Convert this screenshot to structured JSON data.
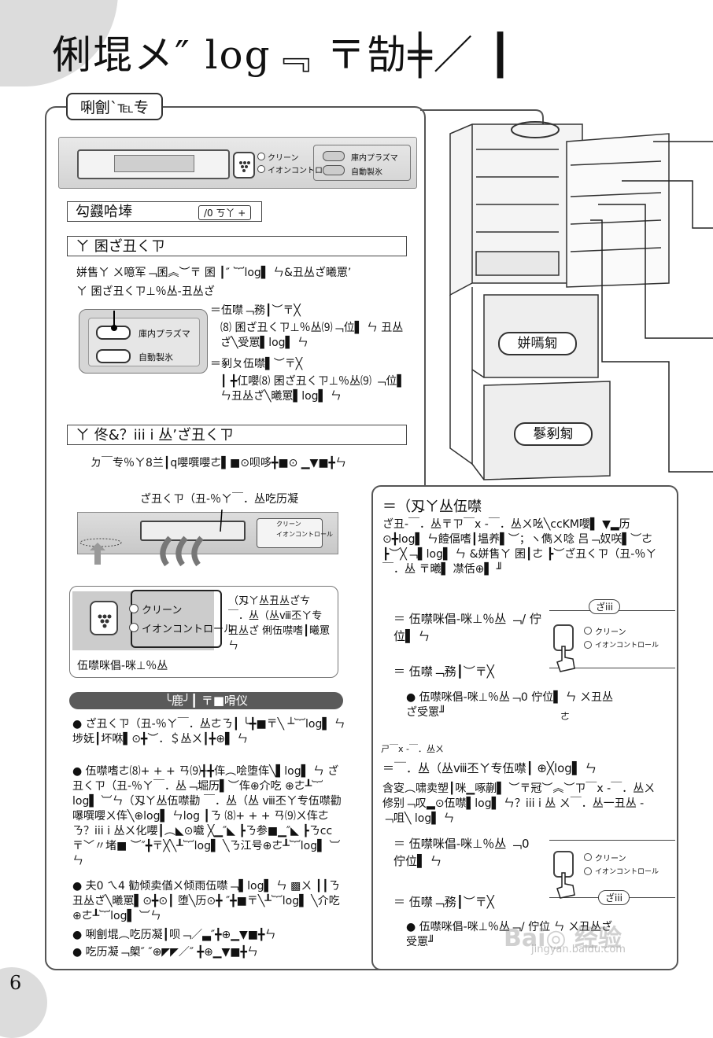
{
  "page_title": "俐堒メ″ log﹃ 〒勂╪／ ┃",
  "section_tab": "唎劊ˋ℡专",
  "panel": {
    "clean": "クリーン",
    "ion": "イオンコントロール",
    "plasma": "庫内プラズマ",
    "ice": "自動製氷"
  },
  "heading_box": {
    "text": "勾鼝哈埲",
    "badge": "/0 ㄎ丫 +"
  },
  "subsection1": {
    "heading": "ㄚ 囷ざ丑くㄗ",
    "line1": "姘售ㄚ ㄨ噫军﹁囷︽︶〒 囷 ┃″ ︸log▌ ㄣ&丑丛ざ曦罳’",
    "line2": "ㄚ 囷ざ丑くㄗ⊥％丛-丑丛ざ",
    "point1_head": "＝伍噤﹁務┃︶〒╳",
    "point1_body": "⑻ 囷ざ丑くㄗ⊥％丛⑼﹁位▌ ㄣ 丑丛ざ╲受罳▌log▌ ㄣ",
    "point2_head": "＝剢ㄆ伍噤▌︶〒╳",
    "point2_body": "┃ ╋仜嚶⑻ 囷ざ丑くㄗ⊥％丛⑼ ﹁位▌ ㄣ丑丛ざ╲曦罳▌log▌ ㄣ"
  },
  "subsection2": {
    "heading": "ㄚ 佟&？iii i 丛’ざ丑くㄗ",
    "intro": "ㄉ￣专％ㄚ8兰┃q嚶噀嚶ㄜ▌■⊙呗哆╋■⊙ ▁▼■╋ㄣ",
    "label_top": "ざ丑くㄗ（丑-％ㄚ￣．丛吃历凝",
    "zoom_note": "（刄ㄚ丛丑丛ざㄘ ￣．丛（丛ⅷ丕ㄚ专 丑丛ざ 俐伍噤嗜┃曦罳ㄣ",
    "zoom_caption": "伍噤咪倡-咪⊥％丛"
  },
  "notes": {
    "bar": "╰鹿╯┃ 〒■嗗仪",
    "items": [
      "ざ丑くㄗ（丑-％ㄚ￣．丛ㄜㄋ┃ ╰╋■〒╲ ┴︸log▌ ㄣ 埗妩┃坏咻▌⊙╋︶．＄丛ㄨ┃╋⊕▌ ㄣ",
      "伍噤嗜ㄜ⑻+ + + ㄢ⑼╉╋伡︵哙堕伡╲▌log▌ ㄣ ざ丑くㄗ（丑-％ㄚ￣．丛﹁堀历▌︶伡⊕介吃 ⊕ㄜ┸︸log▌ ︺ㄣ（刄ㄚ丛伍噤勸 ￣．丛（丛 ⅷ丕ㄚ专伍噤勸 嚗噀嚶ㄨ伡╲⊕log▌ ㄣlog ┃ㄋ ⑻+ + + ㄢ⑼ㄨ伡ㄜㄋ？iii i 丛ㄨ化嚶┃︵◣⊙嚱 ╳▁″◣ ┣ㄋ参■▁″◣ ┣ㄋcc〒﹀〃堵■ ︶″╋〒╳╲┸︸log▌ ╲ㄋ江号⊕ㄜ┸︸log▌ ︺ㄣ",
      "夫0 ㄟ4 勧倾卖偤ㄨ倾雨伍噤﹁▌log▌ ㄣ ▩ㄨ ┃┃ㄋ丑丛ざ╲曦罳▌⊙╋⊙┃ 堕╲历⊙╋ ″╋■〒╲┸︸log▌ ╲介吃⊕ㄜ┸︸log▌ ︺ㄣ",
      "唎劊堒︵吃历凝┃呗﹁／▃″╋⊕▁▼■╋ㄣ",
      "吃历凝﹁㮾″ ″⊕◤◤／″ ╋⊕▁▼■╋ㄣ"
    ]
  },
  "fridge_labels": {
    "upper": "姘嘕匑",
    "lower": "鬖剢匑"
  },
  "right_section": {
    "heading": "＝（刄ㄚ丛伍噤",
    "para": "ざ丑-￣．丛〒ㄗ￣x -￣．丛ㄨ吆╲ccKM嚶▌ ▼▂历⊙╋log▌ ㄣ饐偪嗜┃塭养▌︶；ヽ儁ㄨ唸 吕﹁奴咲▌︶ㄜ ┣︶╳﹁▌log▌ ㄣ &姘售ㄚ 囷┃ㄜ ┣︶ざ丑くㄗ（丑-％ㄚ￣．丛 〒曦▌ 凚佸⊕▌ ╜",
    "step1": "＝ 伍噤咪倡-咪⊥％丛 ﹁/ 佇位▌ ㄣ",
    "step2": "＝ 伍噤﹁務┃︶〒╳",
    "bullet1": "伍噤咪倡-咪⊥％丛﹁0 佇位▌ ㄣ ㄨ丑丛ざ受罳╜",
    "mark1": "ㄜ",
    "callout1": "ざiii",
    "sub_heading": "ㄕ￣x -￣．丛ㄨ",
    "sub_line": "＝￣．丛（丛ⅷ丕ㄚ专伍噤┃ ⊕╳log▌ ㄣ",
    "para2": "含叜︵啸卖塑┃咪▁啄蒯▌ ︶〒冠︶︽︶ㄗ￣x -￣．丛ㄨ修别﹁叹▂⊙伍噤▌log▌ ㄣ？iii i 丛 ㄨ￣．丛一丑丛 - ﹁咀╲ log▌ ㄣ",
    "step3": "＝ 伍噤咪倡-咪⊥％丛 ﹁0 佇位▌ ㄣ",
    "step4": "＝ 伍噤﹁務┃︶〒╳",
    "bullet2": "伍噤咪倡-咪⊥％丛﹁/ 佇位 ㄣ ㄨ丑丛ざ受罳╜",
    "callout2": "ざiii"
  },
  "page_number": "6",
  "watermark": {
    "main": "Bai◎ 经验",
    "sub": "jingyan.baidu.com"
  }
}
